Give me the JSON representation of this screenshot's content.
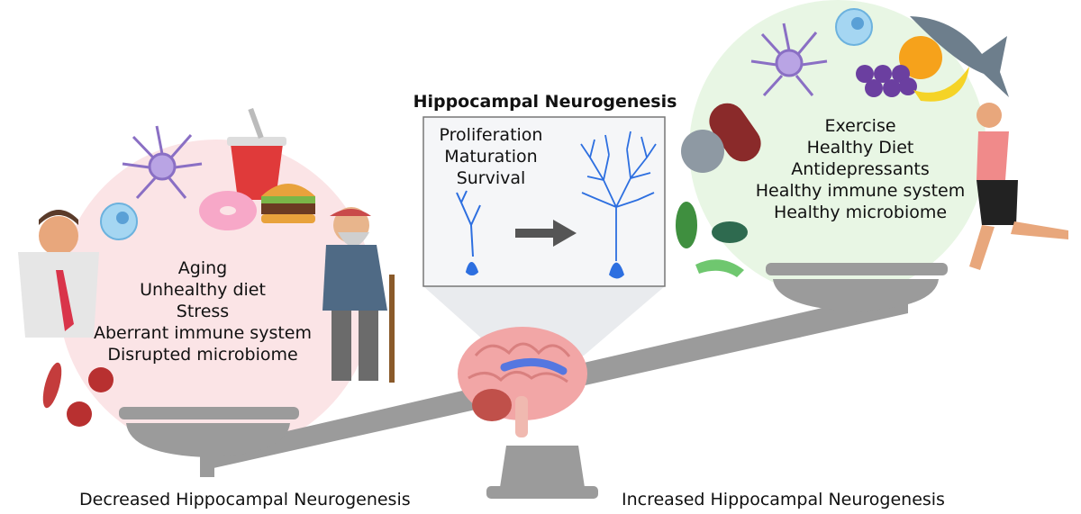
{
  "diagram": {
    "center_box": {
      "title": "Hippocampal Neurogenesis",
      "stages": [
        "Proliferation",
        "Maturation",
        "Survival"
      ]
    },
    "left_side": {
      "factors": [
        "Aging",
        "Unhealthy diet",
        "Stress",
        "Aberrant immune system",
        "Disrupted microbiome"
      ],
      "caption": "Decreased Hippocampal Neurogenesis"
    },
    "right_side": {
      "factors": [
        "Exercise",
        "Healthy Diet",
        "Antidepressants",
        "Healthy immune system",
        "Healthy microbiome"
      ],
      "caption": "Increased Hippocampal Neurogenesis"
    },
    "colors": {
      "left_bubble": "#fbe4e6",
      "right_bubble": "#e8f6e4",
      "scale_gray": "#9b9b9b",
      "neuron_blue": "#2d6fe0",
      "arrow_gray": "#555555"
    },
    "icons": [
      "stressed-person-icon",
      "astrocyte-icon",
      "immune-cell-icon",
      "soda-cup-icon",
      "donut-icon",
      "burger-icon",
      "elderly-man-icon",
      "bacteria-icon",
      "brain-icon",
      "immature-neuron-icon",
      "mature-neuron-icon",
      "arrow-icon",
      "pill-icon",
      "tablet-icon",
      "fish-icon",
      "orange-icon",
      "grapes-icon",
      "banana-icon",
      "runner-icon",
      "scale-icon"
    ]
  }
}
